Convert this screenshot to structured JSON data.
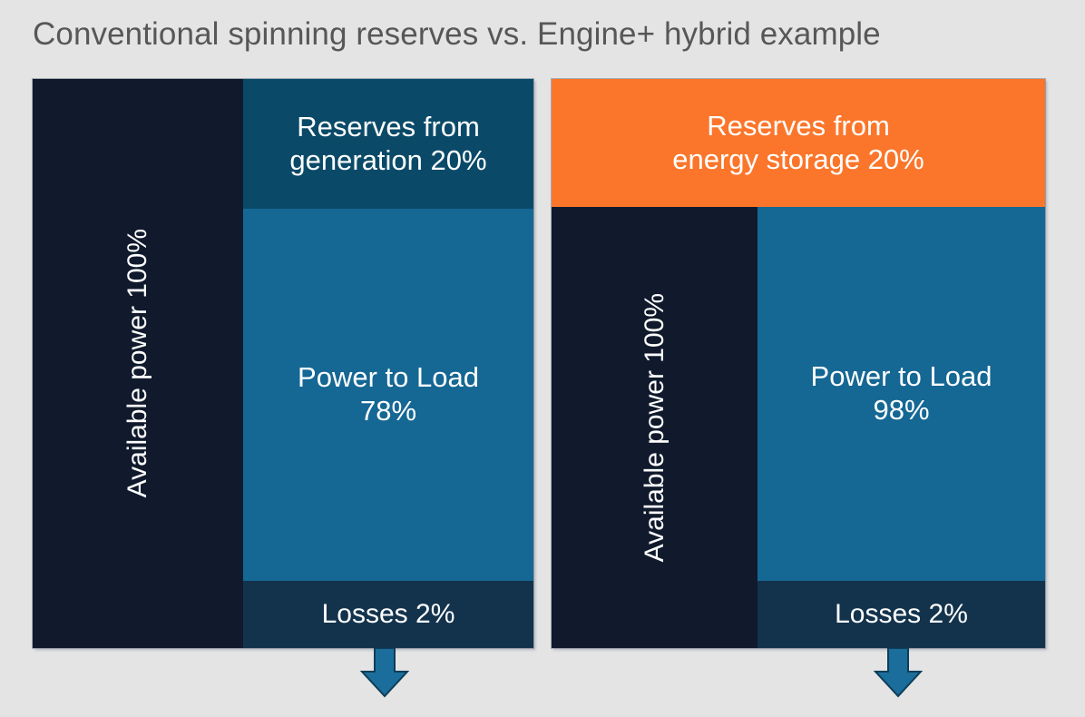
{
  "title": "Conventional spinning reserves vs. Engine+ hybrid example",
  "colors": {
    "background": "#e4e4e4",
    "title_text": "#575757",
    "navy": "#101a2c",
    "teal_dark": "#0a4a68",
    "blue": "#156794",
    "losses_navy": "#13334d",
    "orange": "#fb762a",
    "label_text": "#ffffff"
  },
  "chart_data": {
    "type": "bar",
    "title": "Conventional spinning reserves vs. Engine+ hybrid example",
    "panels": [
      {
        "name": "conventional",
        "available_power": "Available power 100%",
        "segments": [
          {
            "label": "Reserves from generation 20%",
            "value": 20,
            "color": "#0a4a68"
          },
          {
            "label": "Power to Load 78%",
            "value": 78,
            "color": "#156794"
          },
          {
            "label": "Losses 2%",
            "value": 2,
            "color": "#13334d"
          }
        ]
      },
      {
        "name": "engine-plus-hybrid",
        "available_power": "Available power 100%",
        "segments": [
          {
            "label": "Reserves from energy storage 20%",
            "value": 20,
            "color": "#fb762a"
          },
          {
            "label": "Power to Load 98%",
            "value": 98,
            "color": "#156794"
          },
          {
            "label": "Losses 2%",
            "value": 2,
            "color": "#13334d"
          }
        ]
      }
    ]
  },
  "left_panel": {
    "available_power": "Available power 100%",
    "reserves_line1": "Reserves from",
    "reserves_line2": "generation 20%",
    "load_line1": "Power to Load",
    "load_line2": "78%",
    "losses": "Losses 2%"
  },
  "right_panel": {
    "available_power": "Available power 100%",
    "reserves_line1": "Reserves from",
    "reserves_line2": "energy storage 20%",
    "load_line1": "Power to Load",
    "load_line2": "98%",
    "losses": "Losses 2%"
  }
}
